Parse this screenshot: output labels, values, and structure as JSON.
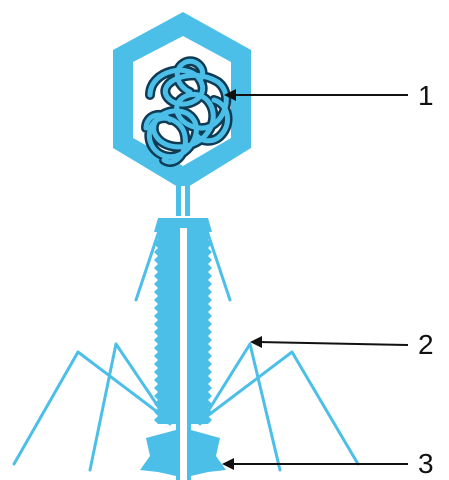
{
  "colors": {
    "phage_fill": "#4cbfe8",
    "dna_outline": "#0e3b55",
    "arrow": "#111111",
    "background": "#ffffff"
  },
  "labels": [
    {
      "id": "label-1",
      "text": "1",
      "target": "genetic-material"
    },
    {
      "id": "label-2",
      "text": "2",
      "target": "tail-fibers"
    },
    {
      "id": "label-3",
      "text": "3",
      "target": "base-plate"
    }
  ]
}
